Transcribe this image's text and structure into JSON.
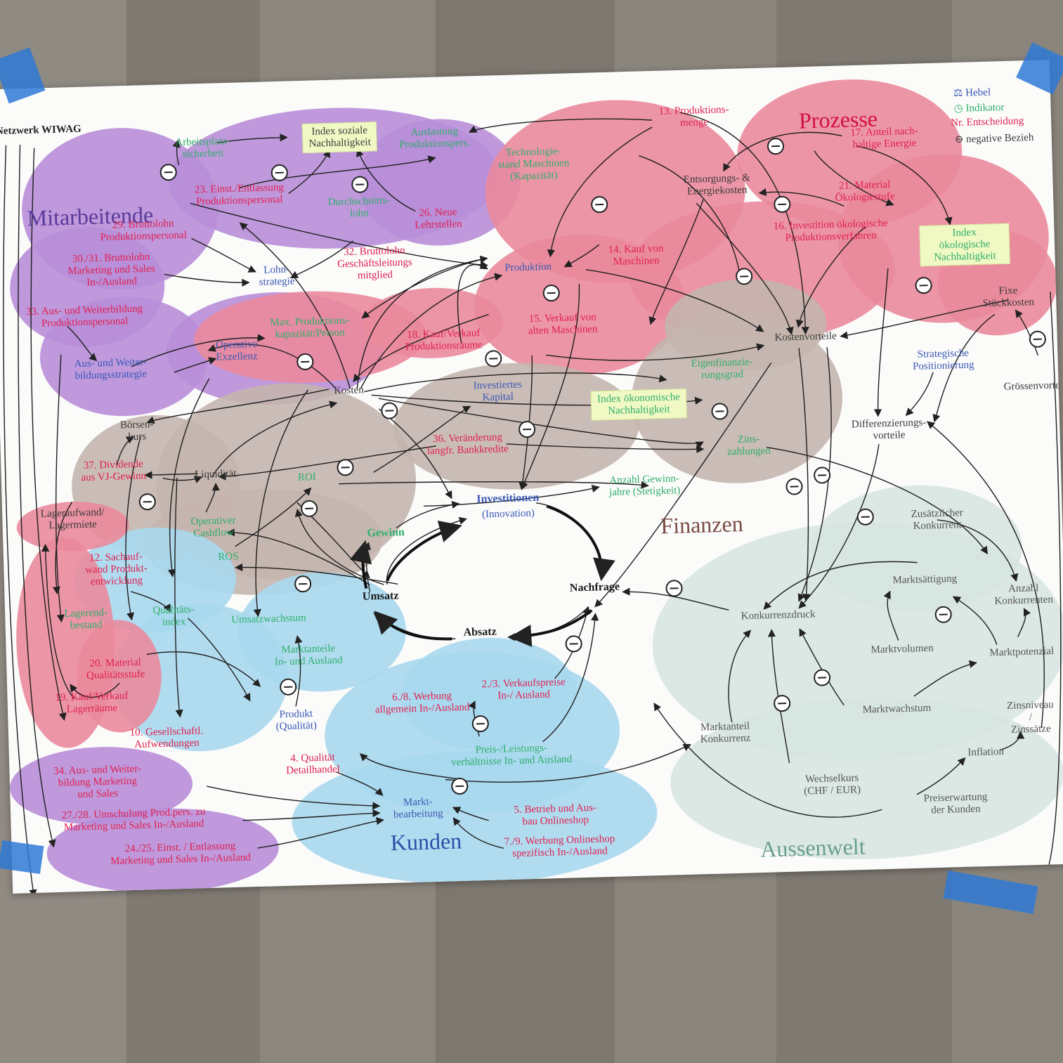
{
  "title": "Netzwerk WIWAG",
  "legend": {
    "lever": "Hebel",
    "indicator": "Indikator",
    "decision": "Nr. Entscheidung",
    "negative": "negative Bezieh"
  },
  "regions": {
    "mitarbeitende": "Mitarbeitende",
    "prozesse": "Prozesse",
    "finanzen": "Finanzen",
    "kunden": "Kunden",
    "aussenwelt": "Aussenwelt"
  },
  "nodes": {
    "arbeitsplatzsicherheit": "Arbeitsplatz-\nsicherheit",
    "index_sozial": "Index soziale\nNachhaltigkeit",
    "auslastung": "Auslastung\nProduktionspers.",
    "einst_entl_prod": "23. Einst./Entlassung\nProduktionspersonal",
    "durchschnittslohn": "Durchschnitts-\nlohn",
    "neue_lehrstellen": "26. Neue\nLehrstellen",
    "bruttolohn_prod": "29. Bruttolohn\nProduktionspersonal",
    "bruttolohn_ms": "30./31. Bruttolohn\nMarketing und Sales\nIn-/Ausland",
    "lohnstrategie": "Lohn-\nstrategie",
    "bruttolohn_gl": "32. Bruttolohn\nGeschäftsleitungs\nmitglied",
    "aus_weiter_prod": "33. Aus- und Weiterbildung\nProduktionspersonal",
    "aus_weiter_strat": "Aus- und Weiter-\nbildungsstrategie",
    "max_prodkap": "Max. Produktions-\nkapazität/Person",
    "operative_exz": "Operative\nExzellenz",
    "produktionsmenge": "13. Produktions-\nmenge",
    "technologiestand": "Technologie-\nstand Maschinen\n(Kapazität)",
    "entsorgung": "Entsorgungs- &\nEnergiekosten",
    "anteil_energie": "17. Anteil nach-\nhaltige Energie",
    "material_oeko": "21. Material\nÖkologiestufe",
    "invest_oeko": "16. Investition ökologische\nProduktionsverfahren",
    "index_oeko": "Index ökologische\nNachhaltigkeit",
    "produktion": "Produktion",
    "kauf_maschinen": "14. Kauf von\nMaschinen",
    "verkauf_maschinen": "15. Verkauf von\nalten Maschinen",
    "kauf_raeume": "18. Kauf/Verkauf\nProduktionsräume",
    "fixe_kosten": "Fixe\nStückkosten",
    "groessenvorteile": "Grössenvorte",
    "kostenvorteile": "Kostenvorteile",
    "strat_position": "Strategische\nPositionierung",
    "diff_vorteile": "Differenzierungs-\nvorteile",
    "kosten": "Kosten",
    "investiertes_kapital": "Investiertes\nKapital",
    "eigenfinanz": "Eigenfinanzie-\nrungsgrad",
    "index_oekon": "Index ökonomische\nNachhaltigkeit",
    "boersenkurs": "Börsen-\nkurs",
    "dividende": "37. Dividende\naus VJ-Gewinn",
    "liquiditaet": "Liquidität",
    "bankkredite": "36. Veränderung\nlangfr. Bankkredite",
    "zinszahlungen": "Zins-\nzahlungen",
    "roi": "ROI",
    "gewinnjahre": "Anzahl Gewinn-\njahre (Stetigkeit)",
    "operativer_cf": "Operativer\nCashflow",
    "ros": "ROS",
    "gewinn": "Gewinn",
    "investitionen": "Investitionen",
    "innovation": "(Innovation)",
    "umsatz": "Umsatz",
    "nachfrage": "Nachfrage",
    "absatz": "Absatz",
    "lageraufwand": "Lageraufwand/\nLagermiete",
    "sachaufwand": "12. Sachauf-\nwand Produkt-\nentwicklung",
    "lagerbestand": "Lagerend-\nbestand",
    "qualitaetsindex": "Qualitäts-\nindex",
    "umsatzwachstum": "Umsatzwachstum",
    "marktanteile": "Marktanteile\nIn- und Ausland",
    "material_qual": "20. Material\nQualitätsstufe",
    "kauf_lager": "19. Kauf/Verkauf\nLagerräume",
    "verkaufspreise": "2./3. Verkaufspreise\nIn-/ Ausland",
    "werbung_allg": "6./8. Werbung\nallgemein In-/Ausland",
    "produkt": "Produkt\n(Qualität)",
    "gesellsch_aufw": "10. Gesellschaftl.\nAufwendungen",
    "preis_leistung": "Preis-/Leistungs-\nverhältnisse In- und Ausland",
    "qual_detailhandel": "4. Qualität\nDetailhandel",
    "aus_weiter_ms": "34. Aus- und Weiter-\nbildung Marketing\nund Sales",
    "umschulung": "27./28. Umschulung Prod.pers. zu\nMarketing und Sales In-/Ausland",
    "einst_entl_ms": "24./25. Einst. / Entlassung\nMarketing und Sales In-/Ausland",
    "marktbearbeitung": "Markt-\nbearbeitung",
    "onlineshop": "5. Betrieb und Aus-\nbau Onlineshop",
    "werbung_online": "7./9. Werbung Onlineshop\nspezifisch In-/Ausland",
    "zus_konkurrent": "Zusätzlicher\nKonkurrent",
    "konkurrenzdruck": "Konkurrenzdruck",
    "marktsaettigung": "Marktsättigung",
    "anzahl_konkurrenten": "Anzahl\nKonkurrenten",
    "marktvolumen": "Marktvolumen",
    "marktpotenzial": "Marktpotenzial",
    "marktwachstum": "Marktwachstum",
    "marktanteil_konk": "Marktanteil\nKonkurrenz",
    "zinsniveau": "Zinsniveau /\nZinssätze",
    "inflation": "Inflation",
    "wechselkurs": "Wechselkurs\n(CHF / EUR)",
    "preiserwartung": "Preiserwartung\nder Kunden"
  },
  "colors": {
    "purple": "#b88ed8",
    "pink": "#ea8a9c",
    "brown": "#c4b5ae",
    "blue": "#a8d8ee",
    "aussen": "#d7e6e0",
    "lager": "#ea8a9c",
    "decision": "#e02050",
    "indicator": "#2fae6a",
    "lever": "#3a58b6",
    "tape": "#2f79d6"
  }
}
